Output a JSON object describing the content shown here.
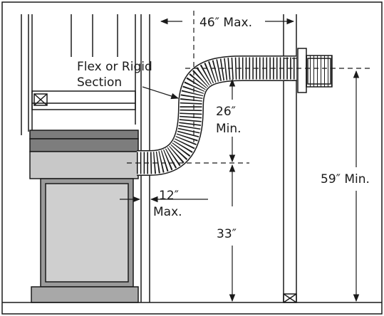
{
  "labels": {
    "width_max": "46″ Max.",
    "section_line1": "Flex or Rigid",
    "section_line2": "Section",
    "rise_value": "26″",
    "rise_min": "Min.",
    "offset_value": "12″",
    "offset_max": "Max.",
    "height_33": "33″",
    "height_59": "59″ Min."
  },
  "colors": {
    "line": "#1a1a1a",
    "dark_band": "#7d7d7d",
    "light_band": "#c8c8c8",
    "glass": "#cfcfcf",
    "base": "#a8a8a8"
  }
}
